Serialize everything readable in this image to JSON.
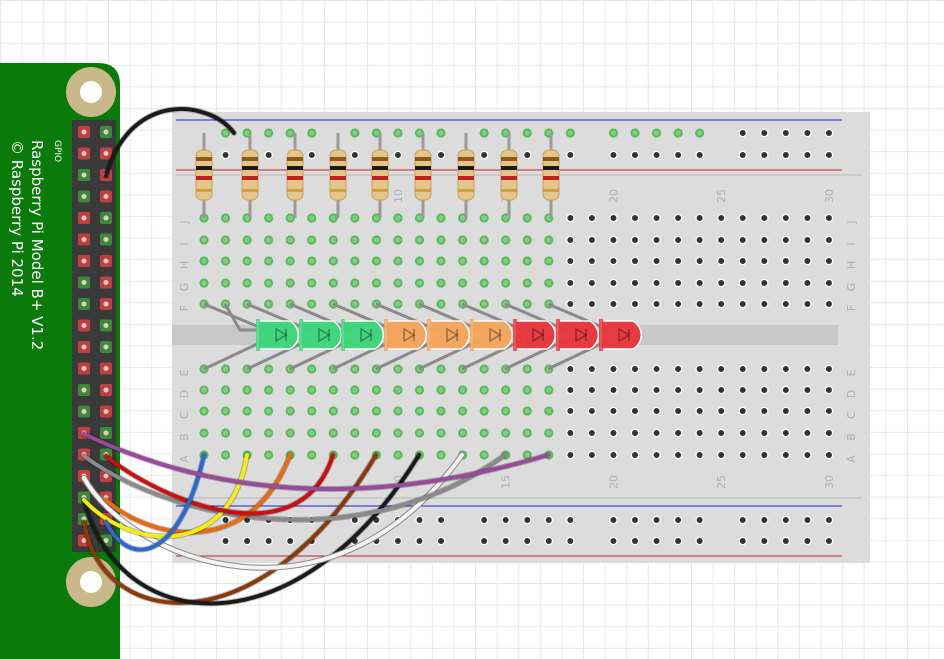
{
  "board": {
    "header_label": "GPIO",
    "model_line": "Raspberry Pi Model B+ V1.2",
    "copyright_line": "© Raspberry Pi 2014",
    "color": "#0a7a0a"
  },
  "breadboard": {
    "row_letters_top": [
      "J",
      "I",
      "H",
      "G",
      "F"
    ],
    "row_letters_bottom": [
      "E",
      "D",
      "C",
      "B",
      "A"
    ],
    "column_numbers": [
      "10",
      "15",
      "20",
      "25",
      "30"
    ],
    "rail_plus_color": "#cc2222",
    "rail_minus_color": "#2222cc"
  },
  "leds": [
    {
      "color": "green",
      "hex": "#3cd67a"
    },
    {
      "color": "green",
      "hex": "#3cd67a"
    },
    {
      "color": "green",
      "hex": "#3cd67a"
    },
    {
      "color": "orange",
      "hex": "#f5a55a"
    },
    {
      "color": "orange",
      "hex": "#f5a55a"
    },
    {
      "color": "orange",
      "hex": "#f5a55a"
    },
    {
      "color": "red",
      "hex": "#e8343a"
    },
    {
      "color": "red",
      "hex": "#e8343a"
    },
    {
      "color": "red",
      "hex": "#e8343a"
    }
  ],
  "wires": [
    {
      "color": "black",
      "hex": "#1a1a1a"
    },
    {
      "color": "purple",
      "hex": "#9a4a9a"
    },
    {
      "color": "gray",
      "hex": "#8a8a8a"
    },
    {
      "color": "red",
      "hex": "#cc1010"
    },
    {
      "color": "white",
      "hex": "#f4f4f4"
    },
    {
      "color": "orange",
      "hex": "#e86a10"
    },
    {
      "color": "yellow",
      "hex": "#f4ee10"
    },
    {
      "color": "blue",
      "hex": "#2a6ad0"
    },
    {
      "color": "brown",
      "hex": "#8a3a0a"
    },
    {
      "color": "black",
      "hex": "#1a1a1a"
    }
  ]
}
